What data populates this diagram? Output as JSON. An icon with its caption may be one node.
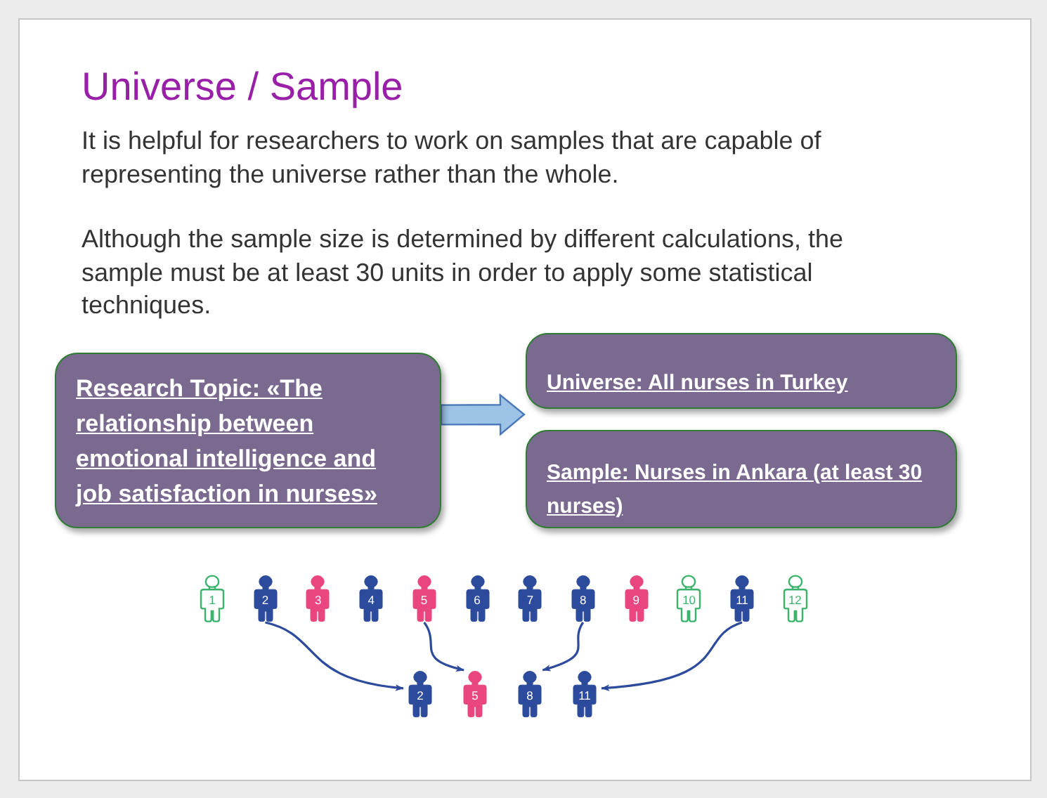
{
  "diagram": {
    "title": "Universe / Sample",
    "nodes": [
      {
        "text": [
          "Research Topic: «The relationship between emotional intelligence and job satisfaction in nurses»"
        ]
      },
      {
        "text": [
          "Universe: All nurses in Turkey"
        ]
      },
      {
        "text": [
          "Sample: Nurses in Ankara (at least 30 nurses)"
        ]
      },
      {
        "text": [
          "1"
        ]
      },
      {
        "text": [
          "2"
        ]
      },
      {
        "text": [
          "3"
        ]
      },
      {
        "text": [
          "4"
        ]
      },
      {
        "text": [
          "5"
        ]
      },
      {
        "text": [
          "6"
        ]
      },
      {
        "text": [
          "7"
        ]
      },
      {
        "text": [
          "8"
        ]
      },
      {
        "text": [
          "9"
        ]
      },
      {
        "text": [
          "10"
        ]
      },
      {
        "text": [
          "11"
        ]
      },
      {
        "text": [
          "12"
        ]
      },
      {
        "text": [
          "2"
        ]
      },
      {
        "text": [
          "5"
        ]
      },
      {
        "text": [
          "8"
        ]
      },
      {
        "text": [
          "11"
        ]
      }
    ],
    "edges": [
      {
        "from": 0,
        "to": null,
        "arrow": "to",
        "style": "thick",
        "color": "#9dc3e6"
      },
      {
        "from": 4,
        "to": 15,
        "arrow": "to"
      },
      {
        "from": 7,
        "to": 16,
        "arrow": "to"
      },
      {
        "from": 10,
        "to": 17,
        "arrow": "to"
      },
      {
        "from": 13,
        "to": 18,
        "arrow": "to"
      }
    ],
    "labels": [
      "It is helpful for researchers to work on samples that are capable of representing the universe rather than the whole.",
      "Although the sample size is determined by different calculations, the sample must be at least 30 units in order to apply some statistical techniques."
    ]
  }
}
